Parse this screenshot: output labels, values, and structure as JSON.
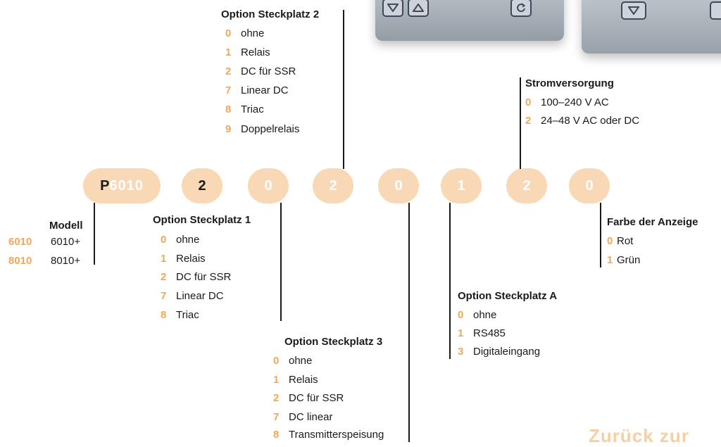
{
  "code_segments": [
    {
      "prefix": "P",
      "rest": "6010"
    },
    {
      "value": "2"
    },
    {
      "value": "0"
    },
    {
      "value": "2"
    },
    {
      "value": "0"
    },
    {
      "value": "1"
    },
    {
      "value": "2"
    },
    {
      "value": "0"
    }
  ],
  "groups": {
    "slot2": {
      "title": "Option Steckplatz 2",
      "items": [
        {
          "code": "0",
          "label": "ohne"
        },
        {
          "code": "1",
          "label": "Relais"
        },
        {
          "code": "2",
          "label": "DC für SSR"
        },
        {
          "code": "7",
          "label": "Linear DC"
        },
        {
          "code": "8",
          "label": "Triac"
        },
        {
          "code": "9",
          "label": "Doppelrelais"
        }
      ]
    },
    "power": {
      "title": "Stromversorgung",
      "items": [
        {
          "code": "0",
          "label": "100–240 V AC"
        },
        {
          "code": "2",
          "label": "24–48 V AC oder DC"
        }
      ]
    },
    "model": {
      "title": "Modell",
      "items": [
        {
          "code": "6010",
          "label": "6010+"
        },
        {
          "code": "8010",
          "label": "8010+"
        }
      ]
    },
    "slot1": {
      "title": "Option Steckplatz 1",
      "items": [
        {
          "code": "0",
          "label": "ohne"
        },
        {
          "code": "1",
          "label": "Relais"
        },
        {
          "code": "2",
          "label": "DC für SSR"
        },
        {
          "code": "7",
          "label": "Linear DC"
        },
        {
          "code": "8",
          "label": "Triac"
        }
      ]
    },
    "slot3": {
      "title": "Option Steckplatz 3",
      "items": [
        {
          "code": "0",
          "label": "ohne"
        },
        {
          "code": "1",
          "label": "Relais"
        },
        {
          "code": "2",
          "label": "DC für SSR"
        },
        {
          "code": "7",
          "label": "DC linear"
        },
        {
          "code": "8",
          "label": "Transmitterspeisung"
        }
      ]
    },
    "slotA": {
      "title": "Option Steckplatz A",
      "items": [
        {
          "code": "0",
          "label": "ohne"
        },
        {
          "code": "1",
          "label": "RS485"
        },
        {
          "code": "3",
          "label": "Digitaleingang"
        }
      ]
    },
    "display_color": {
      "title": "Farbe der Anzeige",
      "items": [
        {
          "code": "0",
          "label": "Rot"
        },
        {
          "code": "1",
          "label": "Grün"
        }
      ]
    }
  },
  "back_link": "Zurück zur",
  "colors": {
    "pill": "#f9d9b5",
    "code_accent": "#f0a75a",
    "line": "#1a1a1a",
    "device_face": "#a9b1ba"
  },
  "icons": [
    "down-arrow-icon",
    "up-arrow-icon",
    "refresh-icon"
  ]
}
